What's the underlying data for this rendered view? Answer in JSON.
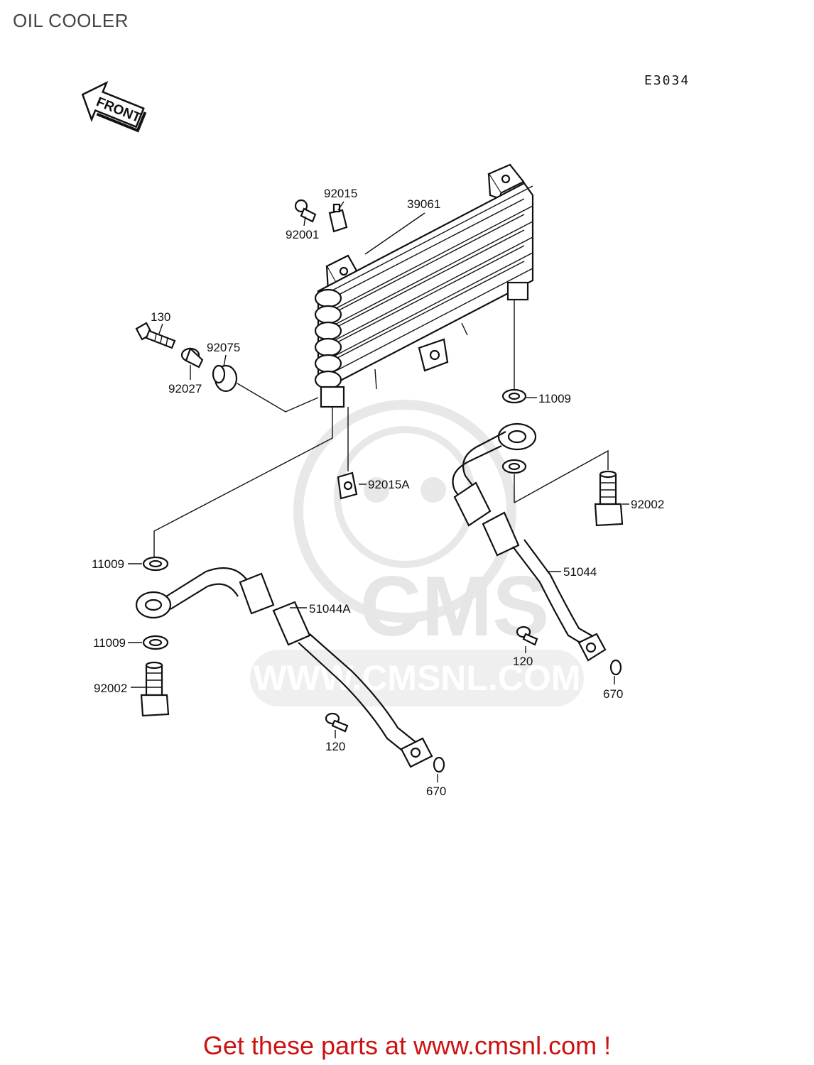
{
  "title": "OIL COOLER",
  "diagram_code": "E3034",
  "front_arrow_label": "FRONT",
  "watermark": {
    "brand": "CMS",
    "url": "WWW.CMSNL.COM"
  },
  "parts": {
    "p39061": "39061",
    "p92015": "92015",
    "p92001": "92001",
    "p130": "130",
    "p92075": "92075",
    "p92027": "92027",
    "p11009_a": "11009",
    "p92015A": "92015A",
    "p92002_a": "92002",
    "p11009_b": "11009",
    "p51044": "51044",
    "p51044A": "51044A",
    "p11009_c": "11009",
    "p120_a": "120",
    "p92002_b": "92002",
    "p670_a": "670",
    "p120_b": "120",
    "p670_b": "670"
  },
  "footer": "Get these parts at www.cmsnl.com !"
}
